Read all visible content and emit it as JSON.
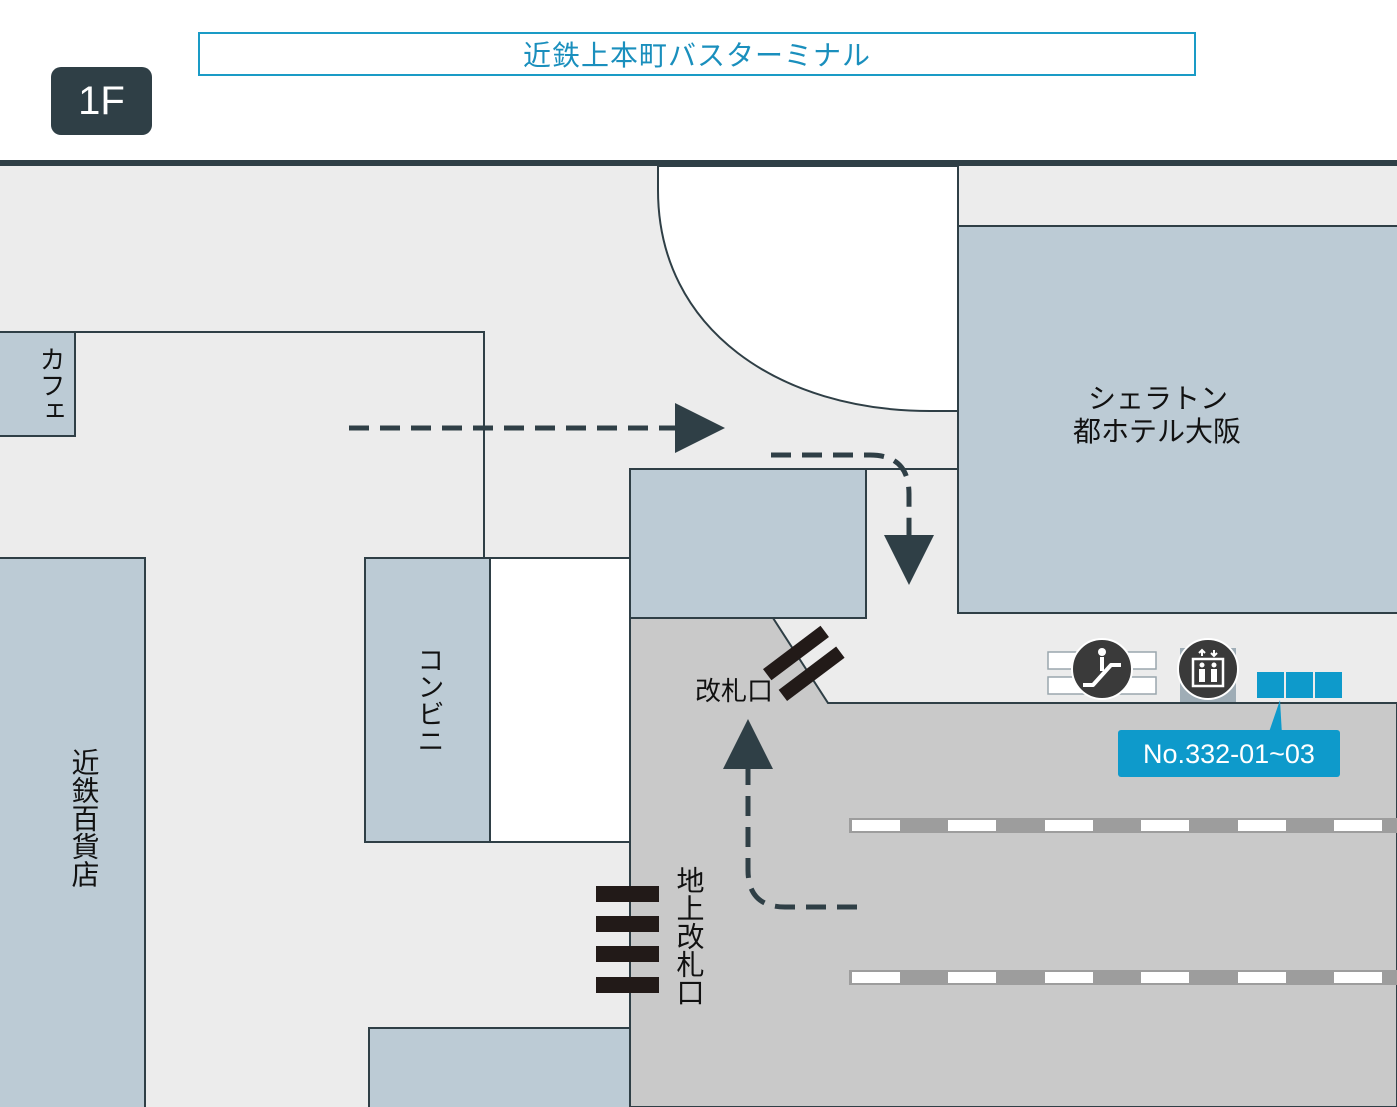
{
  "header": {
    "title": "近鉄上本町バスターミナル",
    "floor": "1F"
  },
  "map": {
    "labels": {
      "cafe": "カフェ",
      "convenience": "コンビニ",
      "department_store": "近鉄百貨店",
      "hotel_line1": "シェラトン",
      "hotel_line2": "都ホテル大阪",
      "ticket_gate": "改札口",
      "ground_ticket_gate": "地上改札口"
    },
    "bus_stop": "No.332-01~03",
    "icons": [
      "escalator-icon",
      "elevator-icon"
    ],
    "colors": {
      "building": "#bccbd5",
      "walkway": "#ececec",
      "road": "#c9c9c9",
      "outline": "#2f3f46",
      "accent": "#0e9acb",
      "crosswalk": "#221a18"
    }
  }
}
